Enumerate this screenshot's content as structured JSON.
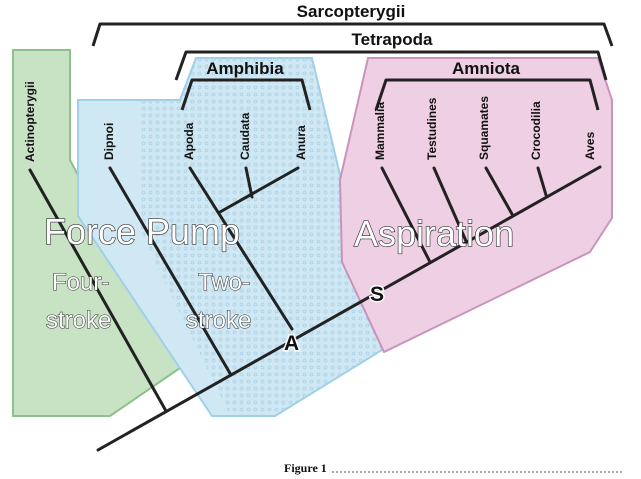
{
  "brackets": {
    "sarcopterygii": "Sarcopterygii",
    "tetrapoda": "Tetrapoda",
    "amphibia": "Amphibia",
    "amniota": "Amniota"
  },
  "taxa": {
    "actinopterygii": "Actinopterygii",
    "dipnoi": "Dipnoi",
    "apoda": "Apoda",
    "caudata": "Caudata",
    "anura": "Anura",
    "mammalia": "Mammalia",
    "testudines": "Testudines",
    "squamates": "Squamates",
    "crocodilia": "Crocodilia",
    "aves": "Aves"
  },
  "regions": {
    "force_pump": "Force Pump",
    "aspiration": "Aspiration",
    "four_stroke_line1": "Four-",
    "four_stroke_line2": "stroke",
    "two_stroke_line1": "Two-",
    "two_stroke_line2": "stroke"
  },
  "nodes": {
    "a": "A",
    "s": "S"
  },
  "caption": "Figure 1",
  "colors": {
    "green_region": "#c8e2c4",
    "green_border": "#8cc08c",
    "blue_region": "#cfe8f4",
    "blue_border": "#9fd0ea",
    "pink_region": "#efcfe4",
    "pink_border": "#c894bc",
    "tree_line": "#222222"
  }
}
